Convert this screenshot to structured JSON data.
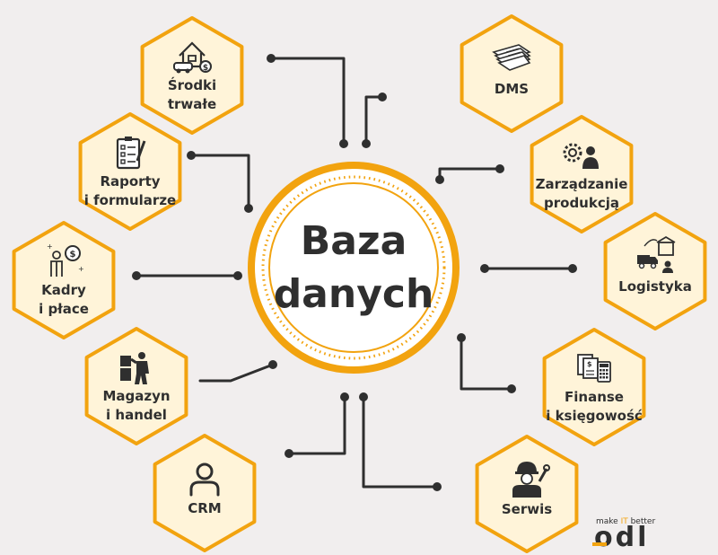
{
  "center": {
    "line1": "Baza",
    "line2": "danych"
  },
  "modules": [
    {
      "id": "srodki",
      "lines": [
        "Środki",
        "trwałe"
      ],
      "icon": "house-car-icon"
    },
    {
      "id": "dms",
      "lines": [
        "DMS"
      ],
      "icon": "documents-stack-icon"
    },
    {
      "id": "raporty",
      "lines": [
        "Raporty",
        "i formularze"
      ],
      "icon": "clipboard-checklist-icon"
    },
    {
      "id": "produkcja",
      "lines": [
        "Zarządzanie",
        "produkcją"
      ],
      "icon": "gear-person-icon"
    },
    {
      "id": "kadry",
      "lines": [
        "Kadry",
        "i płace"
      ],
      "icon": "person-coin-icon"
    },
    {
      "id": "logistyka",
      "lines": [
        "Logistyka"
      ],
      "icon": "truck-warehouse-icon"
    },
    {
      "id": "magazyn",
      "lines": [
        "Magazyn",
        "i handel"
      ],
      "icon": "worker-boxes-icon"
    },
    {
      "id": "finanse",
      "lines": [
        "Finanse",
        "i księgowość"
      ],
      "icon": "calculator-receipts-icon"
    },
    {
      "id": "crm",
      "lines": [
        "CRM"
      ],
      "icon": "user-icon"
    },
    {
      "id": "serwis",
      "lines": [
        "Serwis"
      ],
      "icon": "technician-wrench-icon"
    }
  ],
  "brand": {
    "tagline_pre": "make ",
    "tagline_accent": "IT",
    "tagline_post": " better",
    "logo": "odl"
  },
  "colors": {
    "accent": "#f2a30f",
    "hex_fill": "#fff4d9",
    "connector": "#2f2f2f",
    "text": "#2f2f2f"
  }
}
